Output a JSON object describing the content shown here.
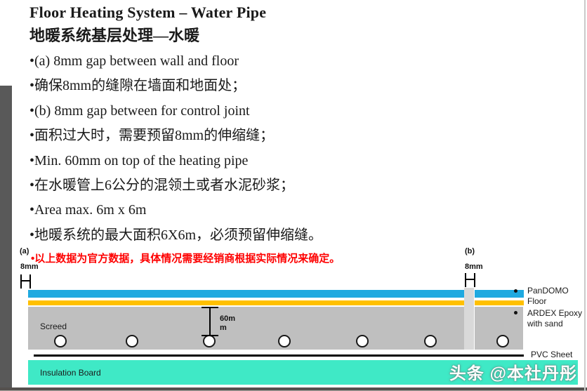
{
  "slide": {
    "title": "Floor Heating System – Water Pipe",
    "subtitle": "地暖系统基层处理—水暖",
    "bullets": [
      "•(a) 8mm gap between wall and floor",
      "•确保8mm的缝隙在墙面和地面处；",
      "•(b) 8mm gap between for control joint",
      "•面积过大时，需要预留8mm的伸缩缝；",
      "•Min. 60mm on top of the heating pipe",
      "•在水暖管上6公分的混领土或者水泥砂浆；",
      "•Area max. 6m x 6m",
      "•地暖系统的最大面积6X6m，必须预留伸缩缝。"
    ],
    "note": "•以上数据为官方数据，具体情况需要经销商根据实际情况来确定。",
    "note_color": "#fe0000"
  },
  "diagram": {
    "gap_a": {
      "name": "(a)",
      "size": "8mm"
    },
    "gap_b": {
      "name": "(b)",
      "size": "8mm"
    },
    "screed_label": "Screed",
    "dim60_line1": "60m",
    "dim60_line2": "m",
    "labels": {
      "pandomo_line1": "PanDOMO",
      "pandomo_line2": "Floor",
      "ardex_line1": "ARDEX Epoxy",
      "ardex_line2": "with sand",
      "pvc": "PVC Sheet",
      "insulation": "Insulation Board"
    },
    "colors": {
      "pandomo_blue": "#1FA9E0",
      "ardex_yellow": "#FFC000",
      "screed_gray": "#BFBFBF",
      "joint_gray": "#D9D9D9",
      "insulation_teal": "#3FE9C6"
    }
  },
  "watermark": "头条 @本社丹彤"
}
